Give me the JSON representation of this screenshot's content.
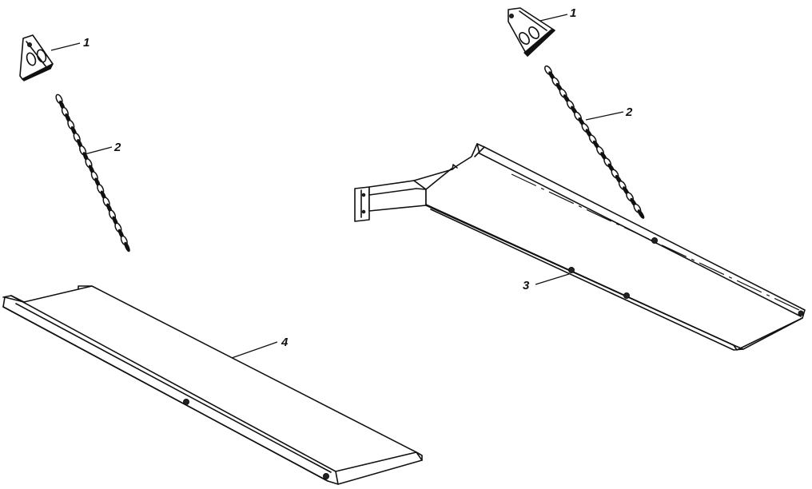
{
  "callouts": {
    "left_bracket": "1",
    "left_chain": "2",
    "right_bracket": "1",
    "right_chain": "2",
    "right_step": "3",
    "left_step": "4"
  }
}
